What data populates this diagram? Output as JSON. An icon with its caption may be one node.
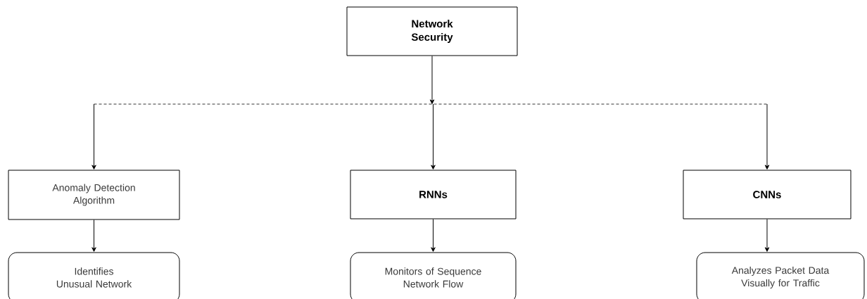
{
  "diagram": {
    "nodes": [
      {
        "text": [
          "Network Security"
        ]
      },
      {
        "text": [
          "Anomaly Detection Algorithm"
        ]
      },
      {
        "text": [
          "RNNs"
        ]
      },
      {
        "text": [
          "CNNs"
        ]
      },
      {
        "text": [
          "Identifies Unusual Network"
        ]
      },
      {
        "text": [
          "Monitors of Sequence Network Flow"
        ]
      },
      {
        "text": [
          "Analyzes Packet Data Visually for Traffic"
        ]
      }
    ],
    "edges": [
      {
        "from": 0,
        "to": 1,
        "arrow": "to",
        "style": "dashed"
      },
      {
        "from": 0,
        "to": 2,
        "arrow": "to",
        "style": "dashed"
      },
      {
        "from": 0,
        "to": 3,
        "arrow": "to",
        "style": "dashed"
      },
      {
        "from": 1,
        "to": 4,
        "arrow": "to"
      },
      {
        "from": 2,
        "to": 5,
        "arrow": "to"
      },
      {
        "from": 3,
        "to": 6,
        "arrow": "to"
      }
    ]
  }
}
